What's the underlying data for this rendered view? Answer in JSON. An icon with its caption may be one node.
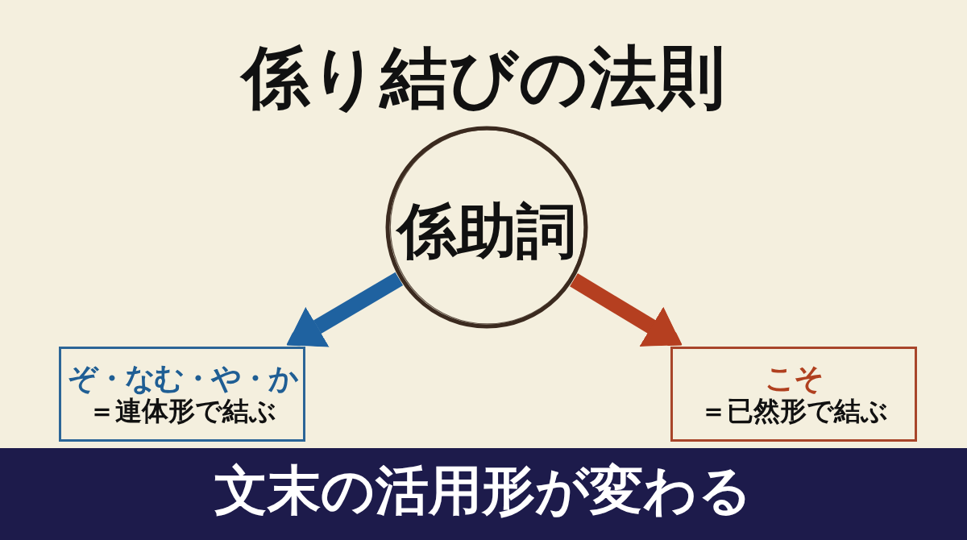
{
  "diagram": {
    "title": "係り結びの法則",
    "nodes": [
      {
        "text": [
          "係助詞"
        ]
      },
      {
        "text": [
          "ぞ・なむ・や・か",
          "＝連体形で結ぶ"
        ]
      },
      {
        "text": [
          "こそ",
          "＝已然形で結ぶ"
        ]
      },
      {
        "text": [
          "文末の活用形が変わる"
        ]
      }
    ],
    "edges": [
      {
        "from": 0,
        "to": 1,
        "arrow": "to",
        "color": "#1f62a0"
      },
      {
        "from": 0,
        "to": 2,
        "arrow": "to",
        "color": "#b53f20"
      }
    ]
  }
}
